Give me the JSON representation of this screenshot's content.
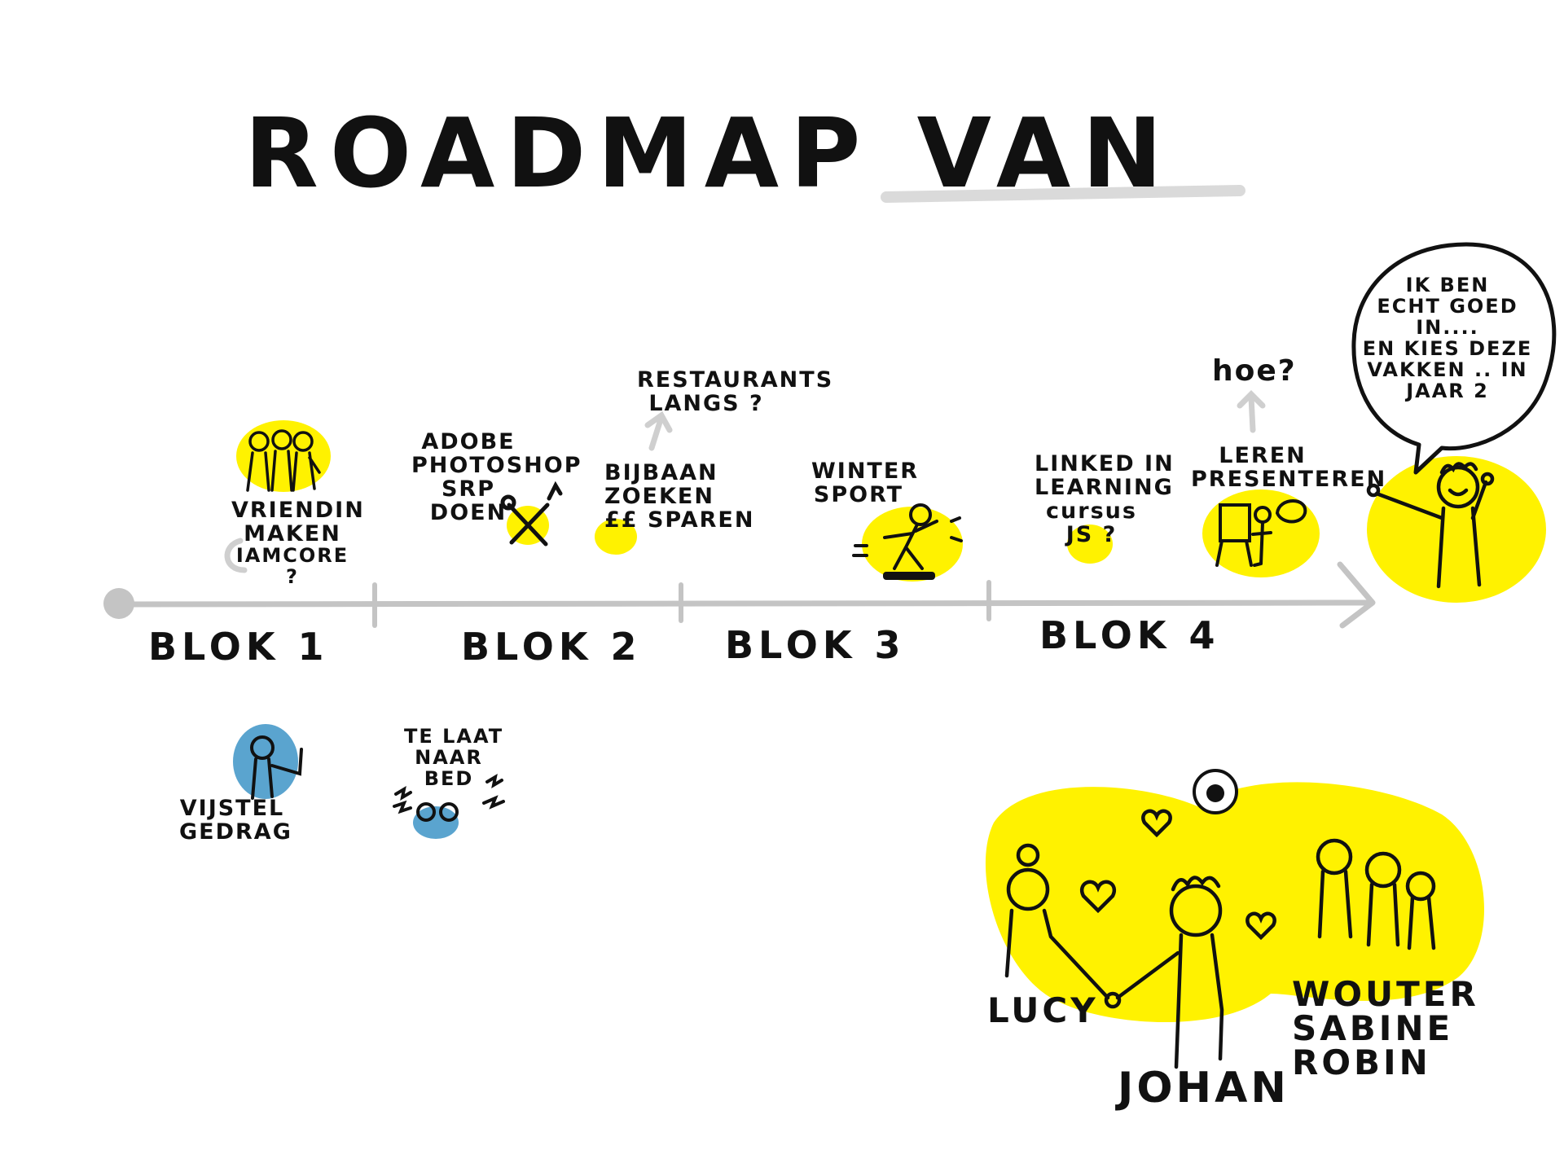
{
  "title": "ROADMAP VAN",
  "blocks": [
    "BLOK 1",
    "BLOK 2",
    "BLOK 3",
    "BLOK 4"
  ],
  "notes": {
    "vrienden": [
      "VRIENDIN",
      "MAKEN",
      "IAMCORE",
      "?"
    ],
    "adobe": [
      "ADOBE",
      "PHOTOSHOP",
      "SRP",
      "DOEN"
    ],
    "restaurants": [
      "RESTAURANTS",
      "LANGS ?"
    ],
    "bijbaan": [
      "BIJBAAN",
      "ZOEKEN",
      "SPAREN"
    ],
    "euro_symbol": "££",
    "winter": [
      "WINTER",
      "SPORT"
    ],
    "linkedin": [
      "LINKED IN",
      "LEARNING",
      "cursus",
      "JS ?"
    ],
    "hoe": "hoe?",
    "leren": [
      "LEREN",
      "PRESENTEREN"
    ],
    "speech": [
      "IK BEN",
      "ECHT GOED",
      "IN....",
      "EN KIES DEZE",
      "VAKKEN .. IN",
      "JAAR 2"
    ],
    "vijstel": [
      "VIJSTEL",
      "GEDRAG"
    ],
    "telaat": [
      "TE LAAT",
      "NAAR",
      "BED"
    ]
  },
  "names": {
    "lucy": "LUCY",
    "johan": "JOHAN",
    "group": [
      "WOUTER",
      "SABINE",
      "ROBIN"
    ]
  },
  "colors": {
    "ink": "#111111",
    "line": "#c4c4c4",
    "highlight": "#fff200",
    "blue": "#5aa4cf"
  }
}
